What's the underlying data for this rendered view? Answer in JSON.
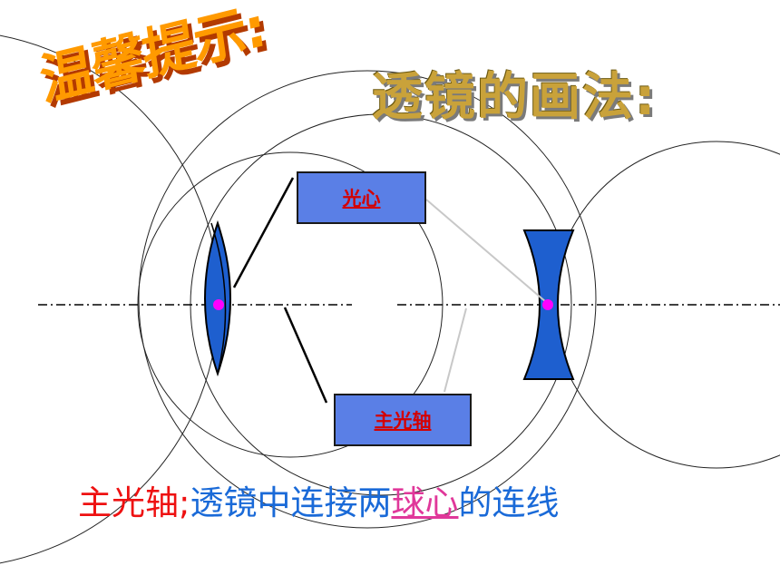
{
  "title_3d": "温馨提示:",
  "subtitle": "透镜的画法:",
  "labels": {
    "optical_center": "光心",
    "principal_axis": "主光轴"
  },
  "caption": {
    "term": "主光轴;",
    "text_part1": "透镜中连接两",
    "highlight": "球心",
    "text_part2": "的连线"
  },
  "colors": {
    "lens_fill": "#1e5fcf",
    "center_dot": "#ff00ff",
    "box_fill": "#5a7fe6",
    "label_text": "#d40000",
    "caption_red": "#ee1111",
    "caption_blue": "#1a6ad8",
    "caption_pink": "#e0389a",
    "title_face": "#ff9a00",
    "subtitle_face": "#c9a23a"
  }
}
